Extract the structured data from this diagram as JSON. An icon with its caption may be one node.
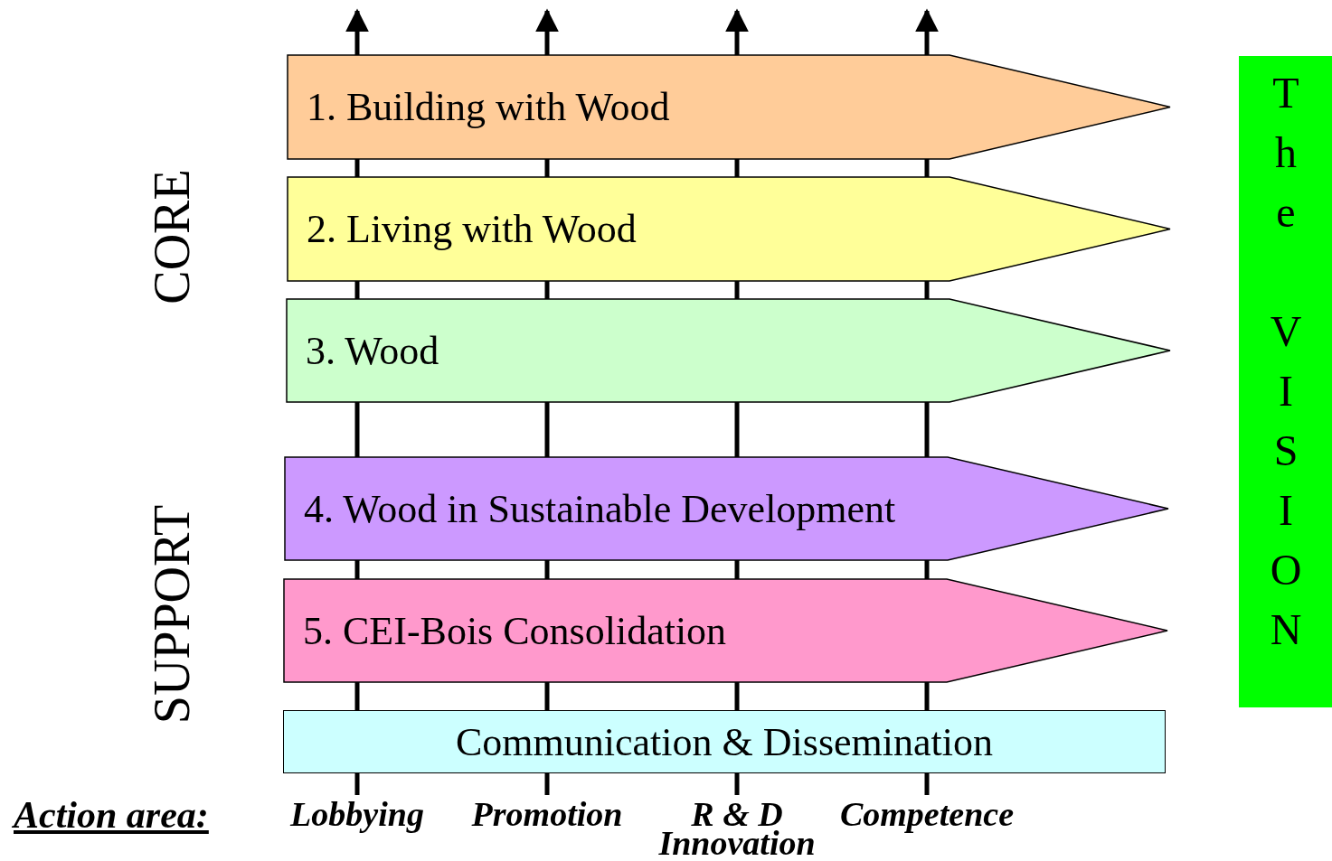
{
  "diagram": {
    "nodes": [
      {
        "text": [
          "1. Building with Wood"
        ]
      },
      {
        "text": [
          "2. Living with Wood"
        ]
      },
      {
        "text": [
          "3. Wood"
        ]
      },
      {
        "text": [
          "4. Wood in Sustainable Development"
        ]
      },
      {
        "text": [
          "5. CEI-Bois Consolidation"
        ]
      },
      {
        "text": [
          "Communication & Dissemination"
        ]
      },
      {
        "text": [
          "The VISION"
        ]
      },
      {
        "text": [
          "Lobbying"
        ]
      },
      {
        "text": [
          "Promotion"
        ]
      },
      {
        "text": [
          "R & D Innovation"
        ]
      },
      {
        "text": [
          "Competence"
        ]
      }
    ],
    "edges": [
      {
        "from": 7,
        "to": null,
        "arrow": "to"
      },
      {
        "from": 8,
        "to": null,
        "arrow": "to"
      },
      {
        "from": 9,
        "to": null,
        "arrow": "to"
      },
      {
        "from": 10,
        "to": null,
        "arrow": "to"
      }
    ],
    "labels": [
      "CORE",
      "SUPPORT",
      "Action area:"
    ]
  }
}
